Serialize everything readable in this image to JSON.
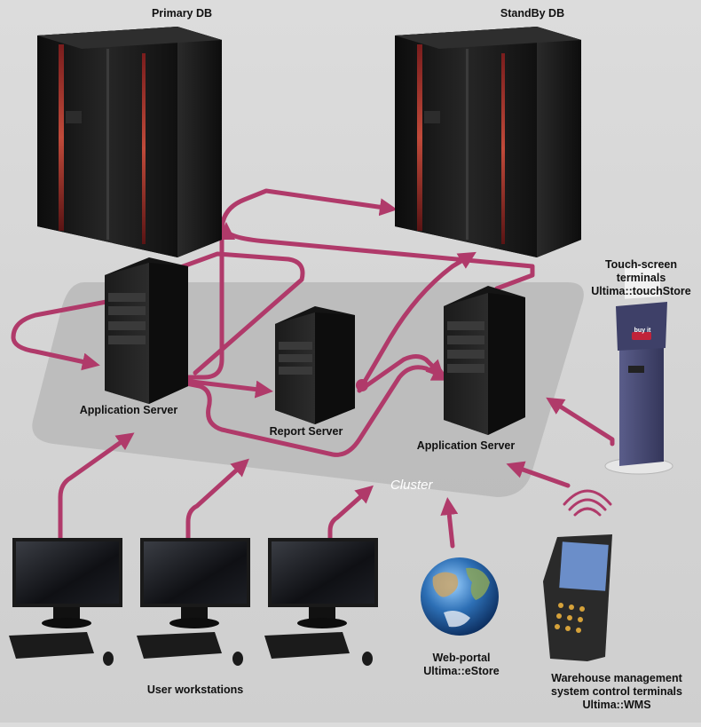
{
  "labels": {
    "primary_db": "Primary DB",
    "standby_db": "StandBy DB",
    "app_server_left": "Application Server",
    "report_server": "Report Server",
    "app_server_right": "Application Server",
    "touch_line1": "Touch-screen",
    "touch_line2": "terminals",
    "touch_line3": "Ultima::touchStore",
    "cluster": "Cluster",
    "user_workstations": "User workstations",
    "web_line1": "Web-portal",
    "web_line2": "Ultima::eStore",
    "wms_line1": "Warehouse management",
    "wms_line2": "system control terminals",
    "wms_line3": "Ultima::WMS",
    "kiosk_screen_text": "buy it"
  },
  "colors": {
    "connector": "#b03a6a",
    "cluster_fill": "#b9b9b9",
    "server_body": "#1a1a1a",
    "kiosk_body": "#4b4e78"
  }
}
